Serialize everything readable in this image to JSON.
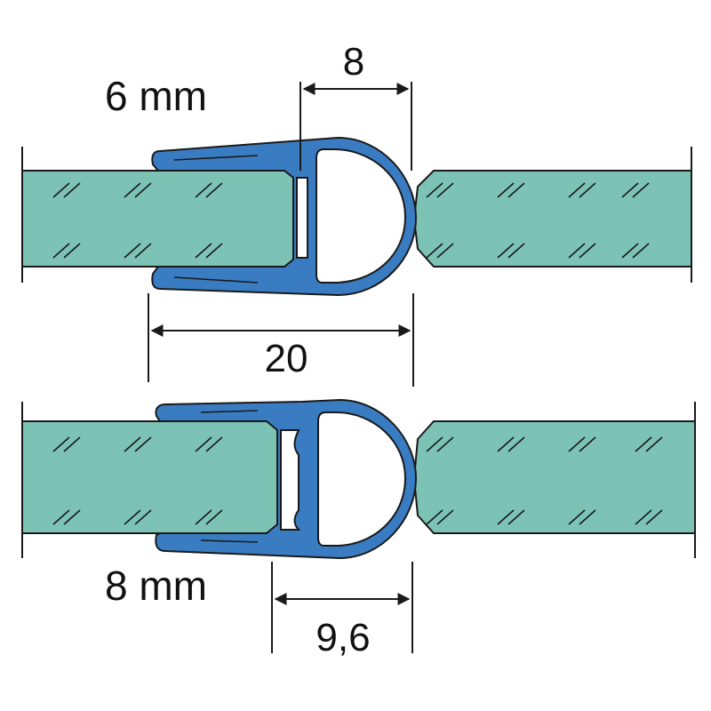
{
  "diagram": {
    "top": {
      "thickness_label": "6 mm",
      "dim_width": "8",
      "dim_total": "20"
    },
    "bottom": {
      "thickness_label": "8 mm",
      "dim_width": "9,6"
    }
  },
  "colors": {
    "glass": "#7cc3b6",
    "seal": "#3a7cc2",
    "line": "#1a1a1a"
  }
}
